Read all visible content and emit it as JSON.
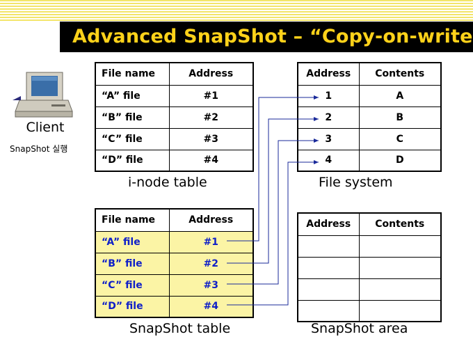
{
  "title": "Advanced SnapShot – “Copy-on-write”",
  "client": {
    "label": "Client",
    "sublabel": "SnapShot 실행"
  },
  "inode_table": {
    "caption": "i-node table",
    "headers": [
      "File name",
      "Address"
    ],
    "rows": [
      [
        "“A” file",
        "#1"
      ],
      [
        "“B” file",
        "#2"
      ],
      [
        "“C” file",
        "#3"
      ],
      [
        "“D” file",
        "#4"
      ]
    ]
  },
  "file_system": {
    "caption": "File system",
    "headers": [
      "Address",
      "Contents"
    ],
    "rows": [
      [
        "1",
        "A"
      ],
      [
        "2",
        "B"
      ],
      [
        "3",
        "C"
      ],
      [
        "4",
        "D"
      ]
    ]
  },
  "snapshot_table": {
    "caption": "SnapShot table",
    "headers": [
      "File name",
      "Address"
    ],
    "rows": [
      [
        "“A” file",
        "#1"
      ],
      [
        "“B” file",
        "#2"
      ],
      [
        "“C” file",
        "#3"
      ],
      [
        "“D” file",
        "#4"
      ]
    ]
  },
  "snapshot_area": {
    "caption": "SnapShot area",
    "headers": [
      "Address",
      "Contents"
    ],
    "rows": [
      [
        "",
        ""
      ],
      [
        "",
        ""
      ],
      [
        "",
        ""
      ],
      [
        "",
        ""
      ]
    ]
  },
  "colors": {
    "title_bg": "#000000",
    "title_text": "#ffd21a",
    "stripe": "#f3e56a",
    "highlight_bg": "#fbf4a5",
    "highlight_text": "#1020c8",
    "arrow": "#1a2a9a"
  },
  "icons": [
    "computer-icon"
  ]
}
